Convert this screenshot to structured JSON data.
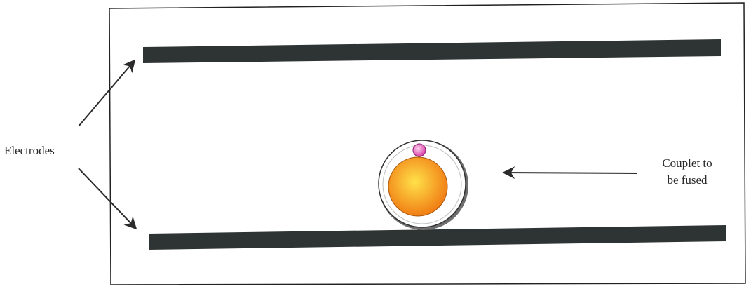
{
  "labels": {
    "electrodes": "Electrodes",
    "couplet_line1": "Couplet to",
    "couplet_line2": "be fused"
  },
  "colors": {
    "electrode": "#2d3433",
    "frame": "#222222",
    "arrow": "#2b2b2b",
    "large_cell_center": "#ffe14a",
    "large_cell_edge": "#f07a12",
    "small_cell_center": "#ffd0ee",
    "small_cell_edge": "#d63aa6",
    "membrane_outline": "#333333"
  }
}
